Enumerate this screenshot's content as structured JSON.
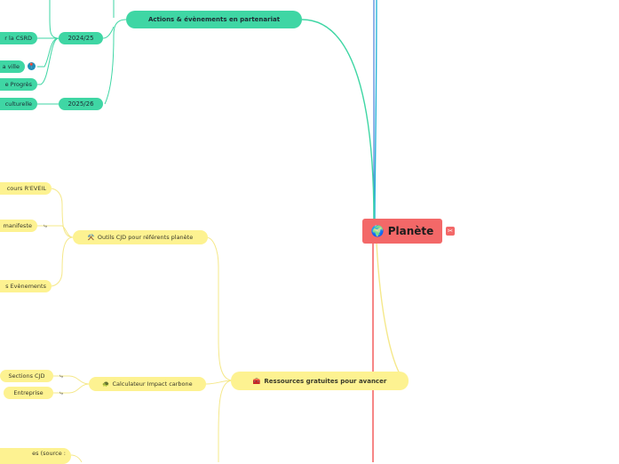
{
  "mindmap": {
    "root": {
      "label": "Planète",
      "icon": "🌍"
    },
    "root_attachment_icon": "✂",
    "branches": {
      "partenariat": {
        "label": "Actions & évènements en partenariat",
        "years": {
          "y2024": "2024/25",
          "y2025": "2025/26"
        },
        "children": {
          "csrd": "r la CSRD",
          "ville": "a ville",
          "progres": "e Progrès",
          "culturelle": "culturelle"
        }
      },
      "ressources": {
        "label": "Ressources gratuites pour avancer",
        "icon": "🧰",
        "outils": {
          "label": "Outils CJD pour référents planète",
          "icon": "⚒️",
          "children": {
            "reveil": "cours R'EVEIL",
            "manifeste": "manifeste",
            "evenements": "s Evènements"
          }
        },
        "calculateur": {
          "label": "Calculateur Impact carbone",
          "icon": "🐢",
          "children": {
            "sections": "Sections CJD",
            "entreprise": "Entreprise"
          }
        },
        "source_cut": "es (source :"
      }
    },
    "link_icon": "⤷",
    "pin_icon": "📍",
    "colors": {
      "root": "#f36868",
      "green_branch": "#3fd6a4",
      "yellow_branch": "#fdf291",
      "yellow_line": "#f5e88a",
      "green_line": "#3fd6a4",
      "red_line": "#f36868",
      "blue_line": "#4a7fd8",
      "cyan_line": "#2bb5d8"
    }
  }
}
